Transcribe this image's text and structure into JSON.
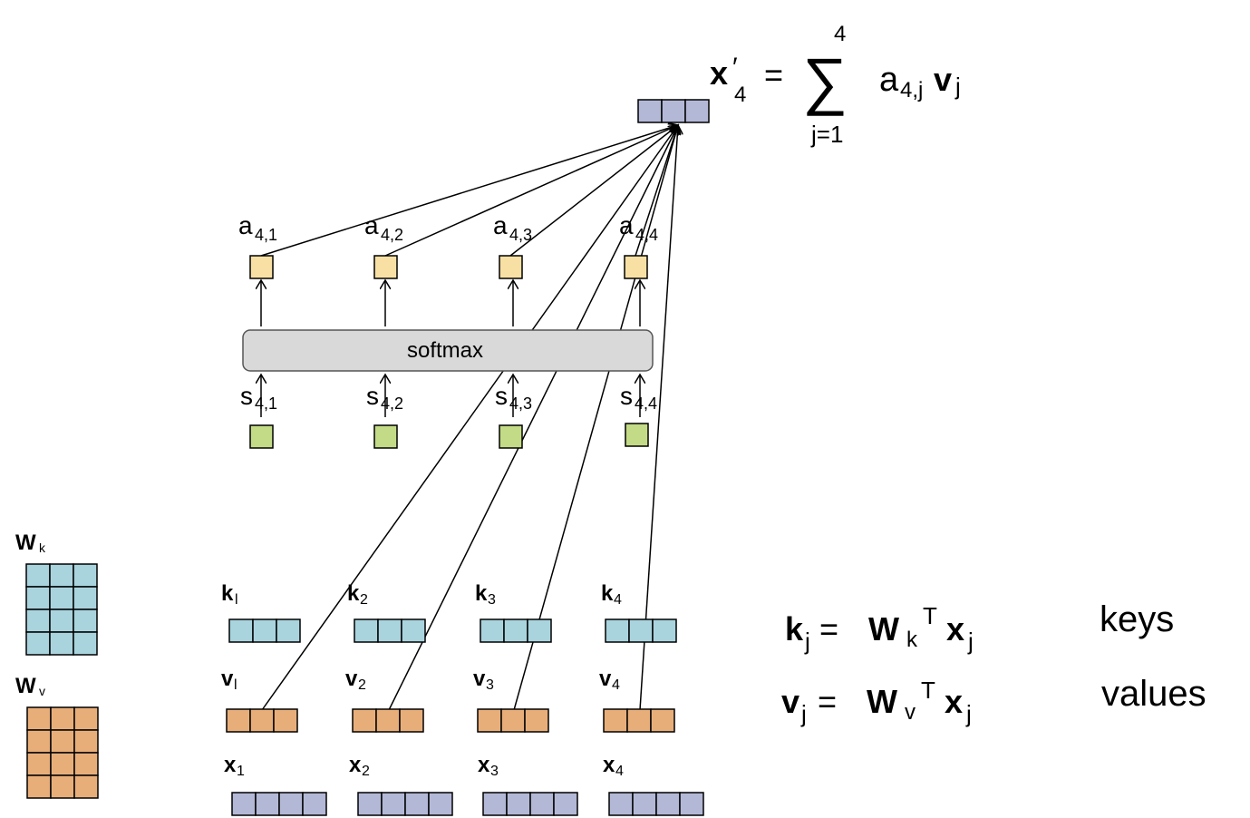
{
  "output": {
    "formula_lhs": "x",
    "formula_prime": "′",
    "formula_sub": "4",
    "formula_eq": "=",
    "sum_symbol": "∑",
    "sum_upper": "4",
    "sum_lower": "j=1",
    "formula_a": "a",
    "formula_a_sub": "4,j",
    "formula_v": "v",
    "formula_v_sub": "j"
  },
  "attention_labels": [
    {
      "base": "a",
      "sub": "4,1"
    },
    {
      "base": "a",
      "sub": "4,2"
    },
    {
      "base": "a",
      "sub": "4,3"
    },
    {
      "base": "a",
      "sub": "4,4"
    }
  ],
  "score_labels": [
    {
      "base": "s",
      "sub": "4,1"
    },
    {
      "base": "s",
      "sub": "4,2"
    },
    {
      "base": "s",
      "sub": "4,3"
    },
    {
      "base": "s",
      "sub": "4,4"
    }
  ],
  "softmax_label": "softmax",
  "matrices": {
    "wk_base": "W",
    "wk_sub": "k",
    "wv_base": "W",
    "wv_sub": "v"
  },
  "keys": [
    {
      "base": "k",
      "sub": "l"
    },
    {
      "base": "k",
      "sub": "2"
    },
    {
      "base": "k",
      "sub": "3"
    },
    {
      "base": "k",
      "sub": "4"
    }
  ],
  "values": [
    {
      "base": "v",
      "sub": "l"
    },
    {
      "base": "v",
      "sub": "2"
    },
    {
      "base": "v",
      "sub": "3"
    },
    {
      "base": "v",
      "sub": "4"
    }
  ],
  "inputs": [
    {
      "base": "x",
      "sub": "1"
    },
    {
      "base": "x",
      "sub": "2"
    },
    {
      "base": "x",
      "sub": "3"
    },
    {
      "base": "x",
      "sub": "4"
    }
  ],
  "equations": {
    "key_lhs": "k",
    "key_lhs_sub": "j",
    "key_eq": "=",
    "key_w": "W",
    "key_w_sub": "k",
    "key_t": "T",
    "key_x": "x",
    "key_x_sub": "j",
    "value_lhs": "v",
    "value_lhs_sub": "j",
    "value_eq": "=",
    "value_w": "W",
    "value_w_sub": "v",
    "value_t": "T",
    "value_x": "x",
    "value_x_sub": "j"
  },
  "side_labels": {
    "keys": "keys",
    "values": "values"
  },
  "colors": {
    "output_vector": "#b3b8d6",
    "attention": "#f8e0a4",
    "score": "#c3db86",
    "key": "#a9d4de",
    "value": "#e8ae7a",
    "input": "#b3b8d6",
    "softmax": "#d9d9d9"
  }
}
